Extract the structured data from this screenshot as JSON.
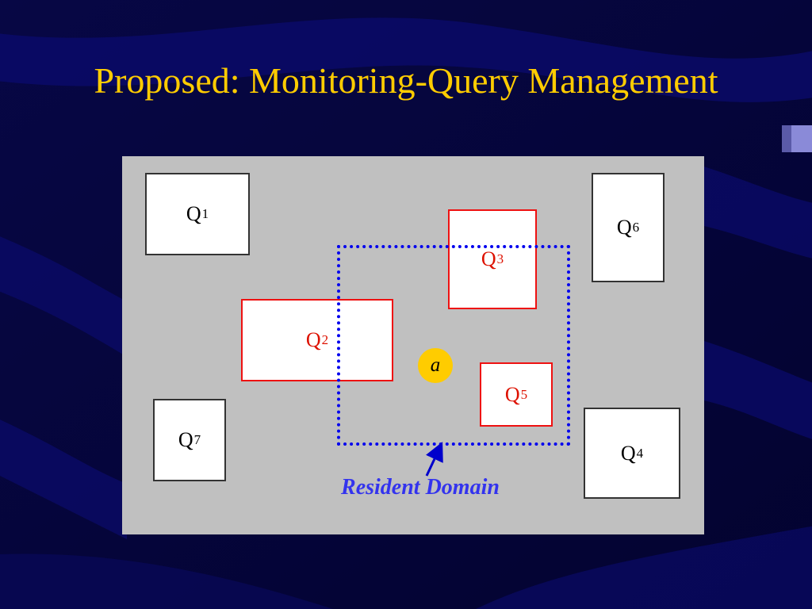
{
  "slide": {
    "title": "Proposed: Monitoring-Query Management"
  },
  "diagram": {
    "queries": [
      {
        "name": "Q",
        "sub": "1",
        "in_domain": false
      },
      {
        "name": "Q",
        "sub": "2",
        "in_domain": true
      },
      {
        "name": "Q",
        "sub": "3",
        "in_domain": true
      },
      {
        "name": "Q",
        "sub": "4",
        "in_domain": false
      },
      {
        "name": "Q",
        "sub": "5",
        "in_domain": true
      },
      {
        "name": "Q",
        "sub": "6",
        "in_domain": false
      },
      {
        "name": "Q",
        "sub": "7",
        "in_domain": false
      }
    ],
    "point_label": "a",
    "domain_label": "Resident Domain"
  },
  "colors": {
    "background": "#04043a",
    "title": "#ffcc00",
    "panel": "#c0c0c0",
    "query_in_domain": "#ee1111",
    "query_outside": "#333333",
    "domain_border": "#0000ee",
    "domain_label": "#3333ee",
    "point": "#ffcc00"
  }
}
